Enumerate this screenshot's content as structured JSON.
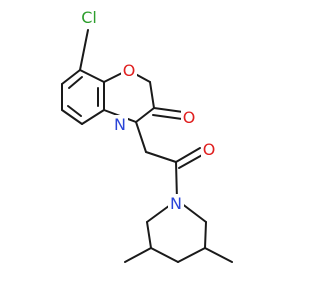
{
  "structure": {
    "atoms": {
      "chlorine": {
        "symbol": "Cl",
        "color": "#2e9e2e"
      },
      "ring_oxygen": {
        "symbol": "O",
        "color": "#e02020"
      },
      "lactam_oxygen": {
        "symbol": "O",
        "color": "#e02020"
      },
      "amide_oxygen": {
        "symbol": "O",
        "color": "#e02020"
      },
      "lactam_nitrogen": {
        "symbol": "N",
        "color": "#2a44d8"
      },
      "piperidine_nitrogen": {
        "symbol": "N",
        "color": "#2a44d8"
      }
    },
    "bond_color": "#1a1a1a",
    "background": "#ffffff"
  }
}
